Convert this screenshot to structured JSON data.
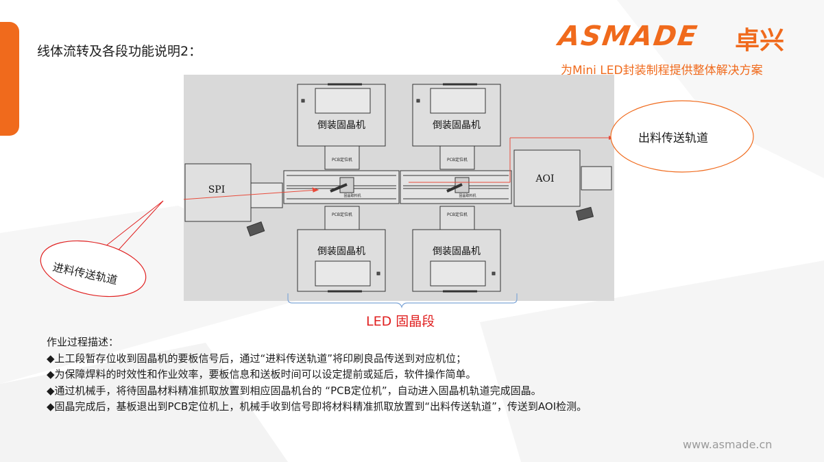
{
  "header": {
    "title": "线体流转及各段功能说明2：",
    "logo_text": "ASMADE",
    "logo_cn": "卓兴",
    "tagline": "为Mini LED封装制程提供整体解决方案"
  },
  "diagram": {
    "machines": {
      "die_bonder_label": "倒装固晶机",
      "spi_label": "SPI",
      "aoi_label": "AOI",
      "pcb_locator_label": "PCB定位机",
      "robot_label": "固晶取料机"
    },
    "callouts": {
      "infeed": "进料传送轨道",
      "outfeed": "出料传送轨道"
    },
    "segment_label": "LED 固晶段",
    "colors": {
      "accent": "#f06a1c",
      "callout_red": "#e02020",
      "bracket_blue": "#7ea6d8",
      "diagram_bg": "#d9d9d9"
    }
  },
  "description": {
    "heading": "作业过程描述：",
    "items": [
      "◆上工段暂存位收到固晶机的要板信号后，通过“进料传送轨道”将印刷良品传送到对应机位；",
      "◆为保障焊料的时效性和作业效率，要板信息和送板时间可以设定提前或延后，软件操作简单。",
      "◆通过机械手，将待固晶材料精准抓取放置到相应固晶机台的 “PCB定位机”，自动进入固晶机轨道完成固晶。",
      "◆固晶完成后，基板退出到PCB定位机上，机械手收到信号即将材料精准抓取放置到“出料传送轨道”，传送到AOI检测。"
    ]
  },
  "footer": {
    "url": "www.asmade.cn"
  }
}
